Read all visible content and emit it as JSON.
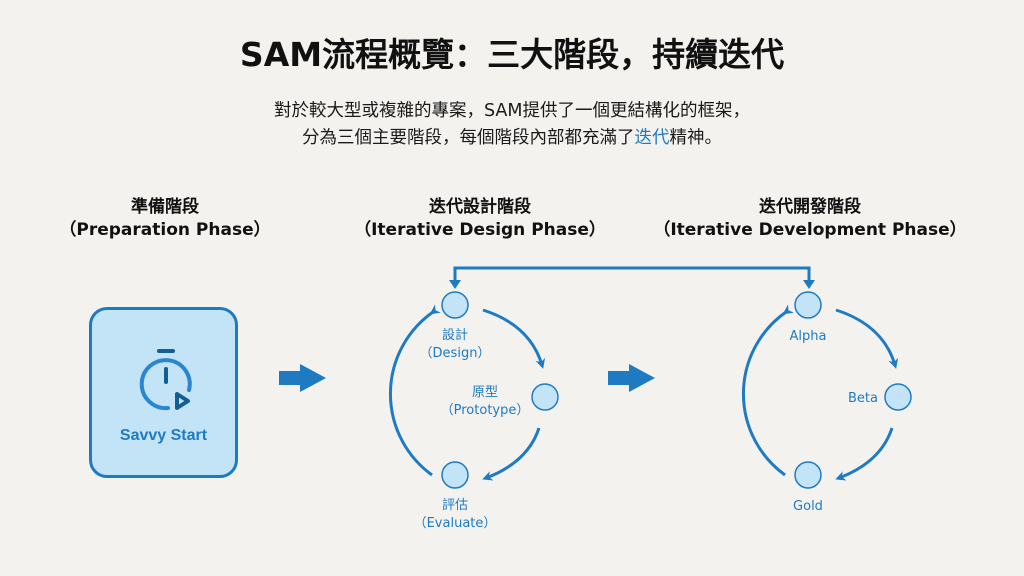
{
  "title": "SAM流程概覽：三大階段，持續迭代",
  "intro": {
    "line1": "對於較大型或複雜的專案，SAM提供了一個更結構化的框架，",
    "line2_before": "分為三個主要階段，每個階段內部都充滿了",
    "line2_highlight": "迭代",
    "line2_after": "精神。"
  },
  "colors": {
    "accent": "#1e7bc2",
    "node_fill": "#c3e3f6",
    "background": "#f3f2ef"
  },
  "phases": [
    {
      "name_zh": "準備階段",
      "name_en": "（Preparation Phase）"
    },
    {
      "name_zh": "迭代設計階段",
      "name_en": "（Iterative Design Phase）"
    },
    {
      "name_zh": "迭代開發階段",
      "name_en": "（Iterative Development Phase）"
    }
  ],
  "start_card": {
    "label": "Savvy Start",
    "icon": "stopwatch-play-icon"
  },
  "design_cycle": [
    {
      "zh": "設計",
      "en": "（Design）"
    },
    {
      "zh": "原型",
      "en": "（Prototype）"
    },
    {
      "zh": "評估",
      "en": "（Evaluate）"
    }
  ],
  "development_cycle": [
    {
      "label": "Alpha"
    },
    {
      "label": "Beta"
    },
    {
      "label": "Gold"
    }
  ],
  "connectors": {
    "feedback_loop": "from development phase back to design phase",
    "phase_arrows": [
      "preparation-to-design",
      "design-to-development"
    ]
  }
}
